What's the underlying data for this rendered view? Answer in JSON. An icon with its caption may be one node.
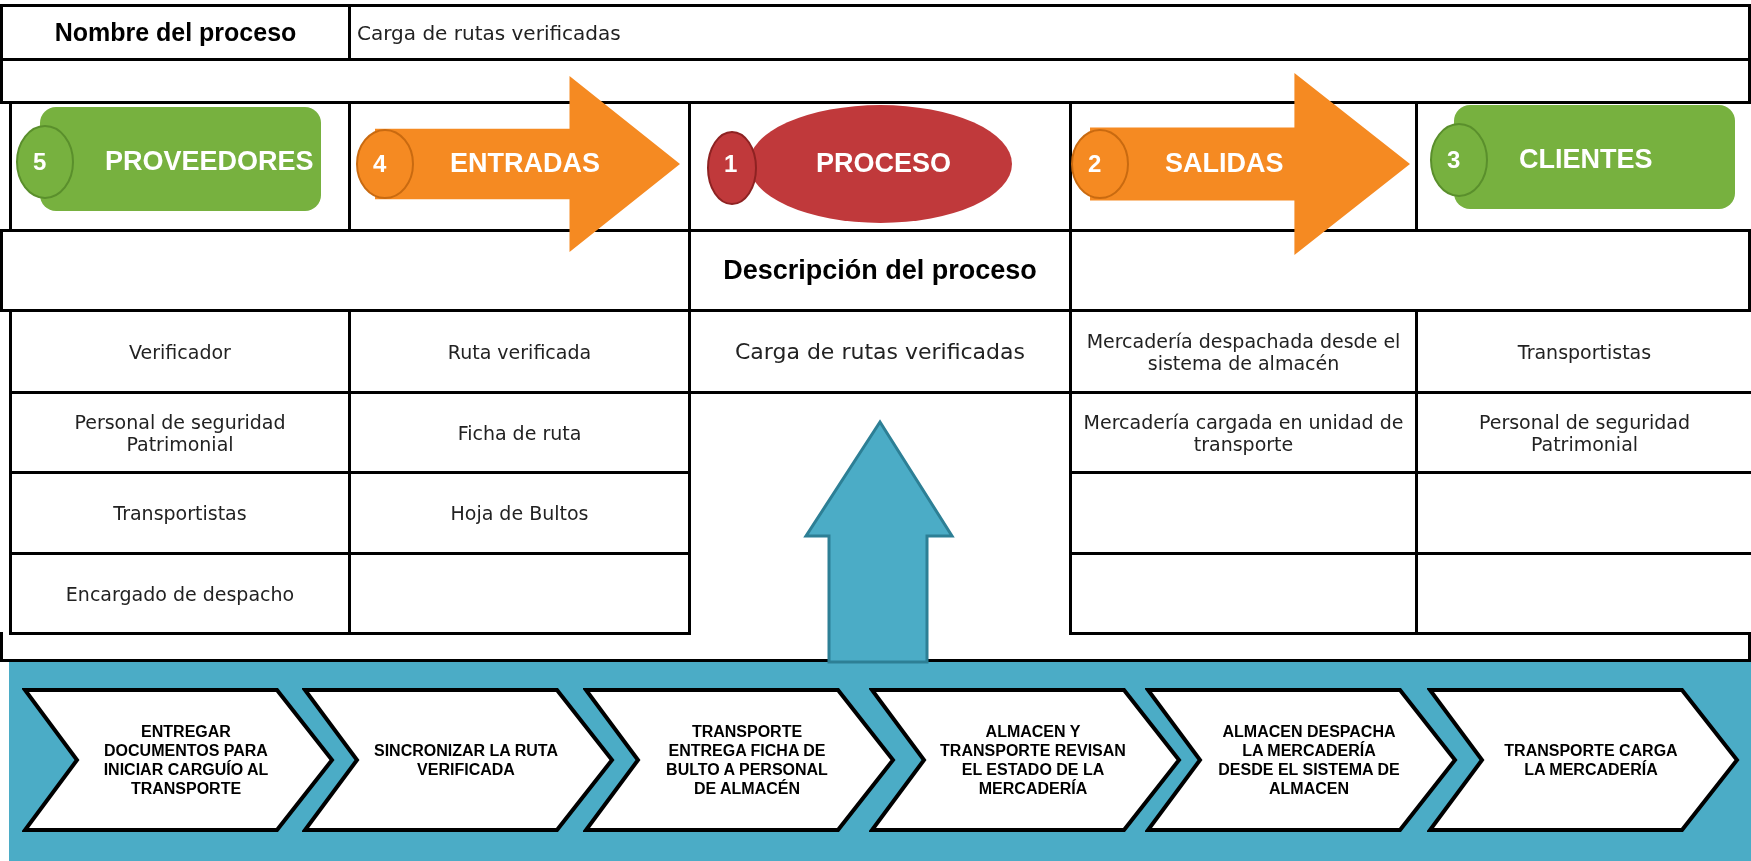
{
  "diagram": {
    "nodes": [
      {
        "text": [
          "5",
          "PROVEEDORES"
        ]
      },
      {
        "text": [
          "4",
          "ENTRADAS"
        ]
      },
      {
        "text": [
          "1",
          "PROCESO"
        ]
      },
      {
        "text": [
          "2",
          "SALIDAS"
        ]
      },
      {
        "text": [
          "3",
          "CLIENTES"
        ]
      },
      {
        "text": [
          "ENTREGAR DOCUMENTOS PARA INICIAR CARGUÍO AL TRANSPORTE"
        ]
      },
      {
        "text": [
          "SINCRONIZAR LA RUTA VERIFICADA"
        ]
      },
      {
        "text": [
          "TRANSPORTE ENTREGA FICHA DE BULTO A PERSONAL DE ALMACÉN"
        ]
      },
      {
        "text": [
          "ALMACEN Y TRANSPORTE REVISAN EL ESTADO DE LA MERCADERÍA"
        ]
      },
      {
        "text": [
          "ALMACEN DESPACHA LA MERCADERÍA DESDE EL SISTEMA DE ALMACEN"
        ]
      },
      {
        "text": [
          "TRANSPORTE CARGA LA MERCADERÍA"
        ]
      }
    ],
    "edges": [],
    "labels": [
      "Nombre del proceso",
      "Carga de rutas verificadas",
      "Descripción del proceso",
      "Verificador",
      "Ruta verificada",
      "Carga de rutas verificadas",
      "Mercadería despachada desde el sistema de almacén",
      "Transportistas",
      "Personal de seguridad Patrimonial",
      "Ficha de ruta",
      "Mercadería cargada en unidad de transporte",
      "Personal de seguridad Patrimonial",
      "Transportistas",
      "Hoja de Bultos",
      "Encargado de despacho"
    ]
  }
}
